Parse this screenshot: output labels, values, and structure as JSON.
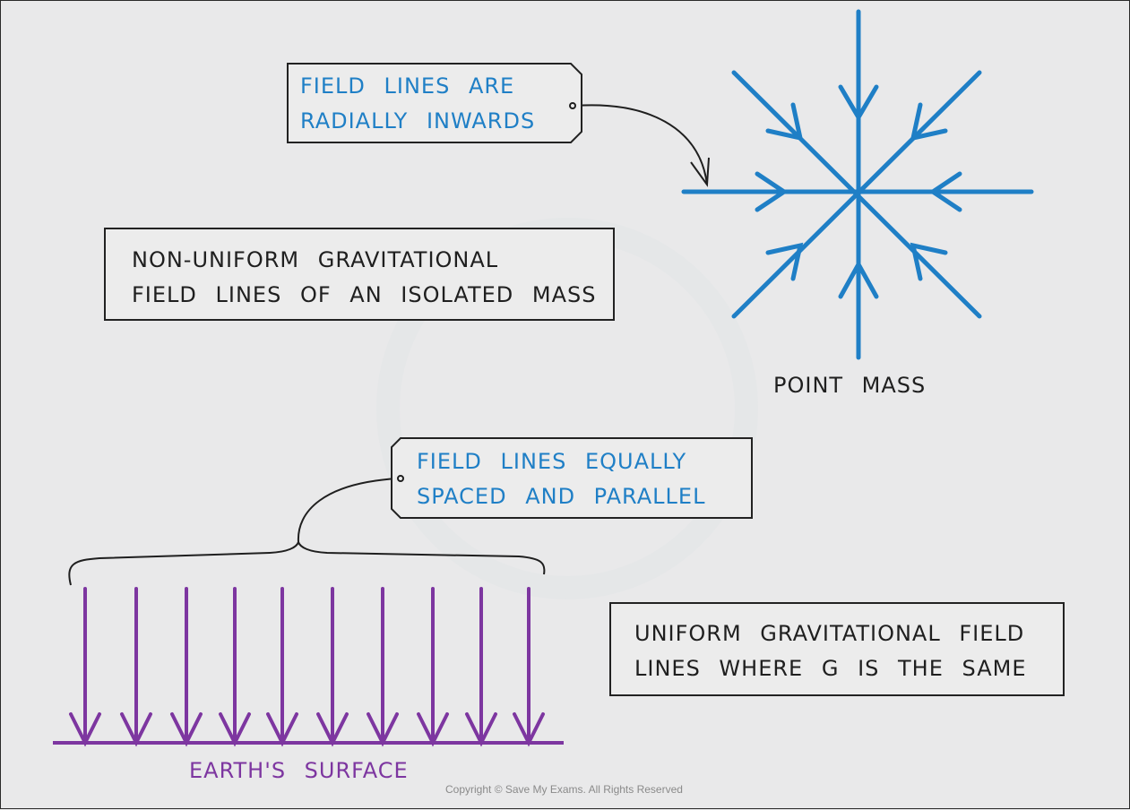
{
  "labels": {
    "radial_note_line1": "FIELD  LINES  ARE",
    "radial_note_line2": "RADIALLY  INWARDS",
    "nonuniform_line1": "NON-UNIFORM  GRAVITATIONAL",
    "nonuniform_line2": "FIELD  LINES  OF  AN  ISOLATED  MASS",
    "point_mass": "POINT  MASS",
    "parallel_note_line1": "FIELD  LINES  EQUALLY",
    "parallel_note_line2": "SPACED  AND  PARALLEL",
    "uniform_line1": "UNIFORM  GRAVITATIONAL  FIELD",
    "uniform_line2": "LINES  WHERE  g  IS  THE  SAME",
    "earth_surface": "EARTH'S  SURFACE",
    "copyright": "Copyright © Save My Exams. All Rights Reserved"
  },
  "colors": {
    "radial_lines": "#1f7fc6",
    "parallel_lines": "#7d36a0",
    "callout_text": "#1f7fc6",
    "box_text": "#1f1f1f"
  },
  "uniform_field": {
    "arrow_count": 10
  },
  "radial_field": {
    "line_count": 8
  }
}
